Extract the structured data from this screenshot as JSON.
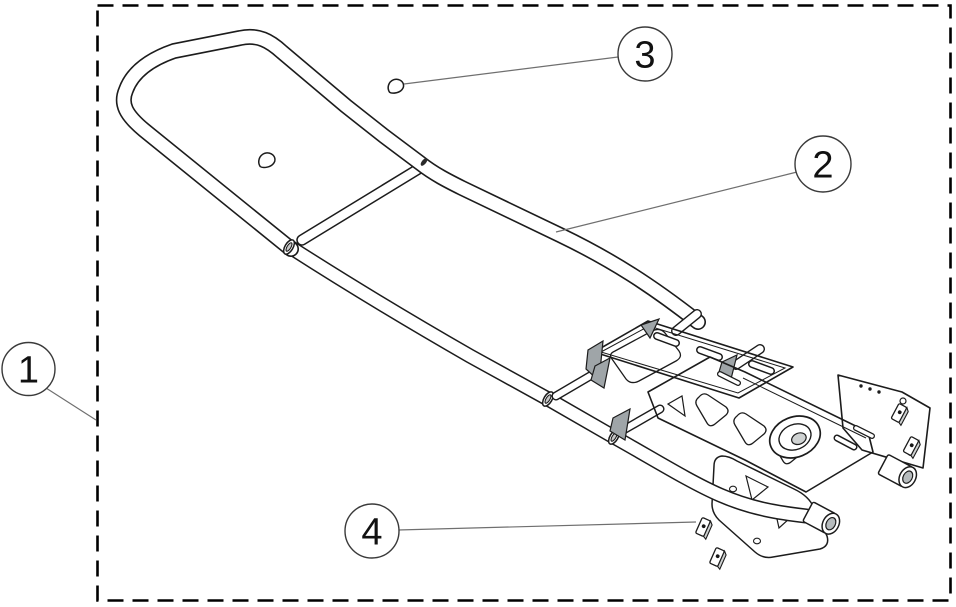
{
  "figure": {
    "title": "frame assembly exploded line drawing",
    "callouts": [
      {
        "label": "1"
      },
      {
        "label": "2"
      },
      {
        "label": "3"
      },
      {
        "label": "4"
      }
    ]
  },
  "colors": {
    "background": "#ffffff",
    "line": "#1c1c1c",
    "border": "#000000",
    "leader": "#6f6f6f",
    "shade_light": "#e4e6e6",
    "shade_mid": "#cfd2d2",
    "shade_dark": "#9fa5a8"
  }
}
